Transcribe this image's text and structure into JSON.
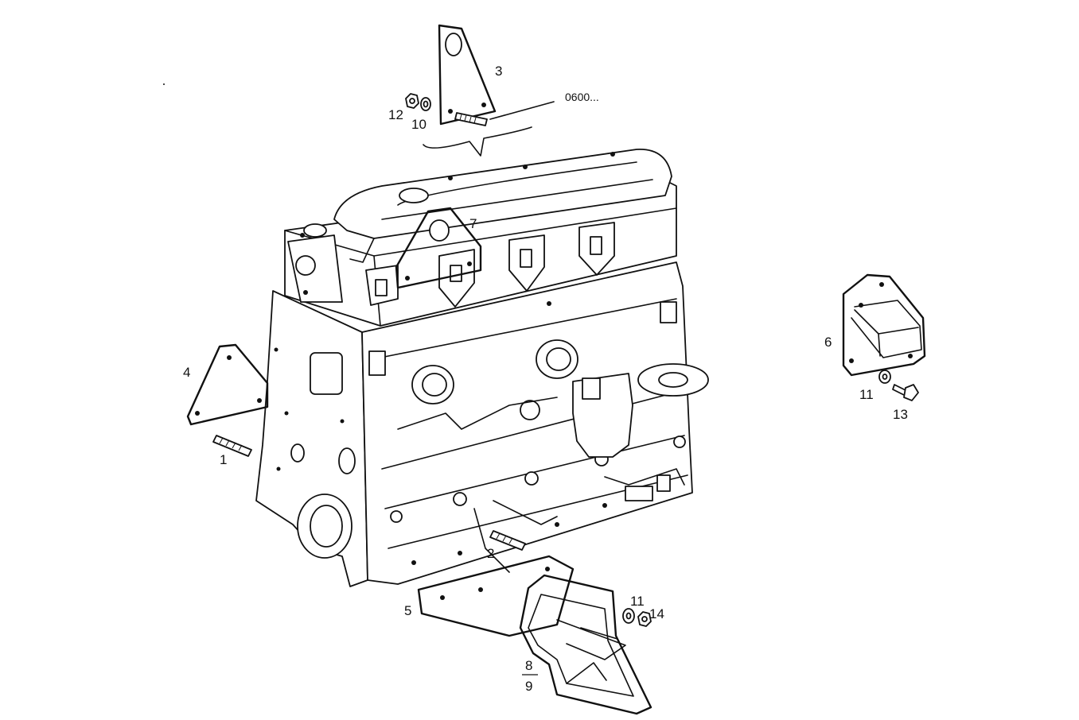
{
  "callouts": {
    "c1": "1",
    "c2": "2",
    "c3": "3",
    "c4": "4",
    "c5": "5",
    "c6": "6",
    "c7": "7",
    "c8": "8",
    "c9": "9",
    "c10": "10",
    "c11a": "11",
    "c11b": "11",
    "c12": "12",
    "c13": "13",
    "c14": "14"
  },
  "note": "0600..."
}
